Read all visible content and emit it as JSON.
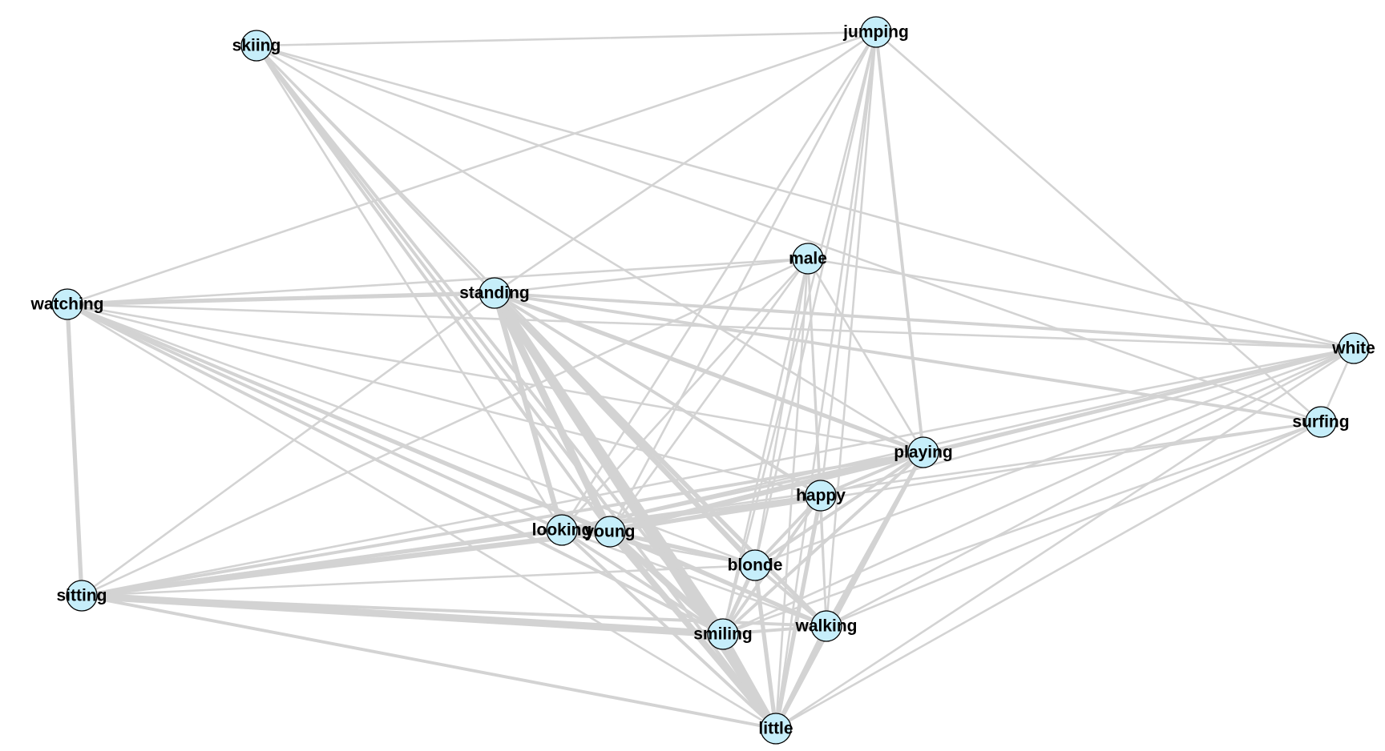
{
  "diagram": {
    "type": "network-graph",
    "node_fill": "#c6eefa",
    "node_stroke": "#000000",
    "edge_color": "#d3d3d3",
    "nodes": [
      {
        "id": "skiing",
        "label": "skiing"
      },
      {
        "id": "jumping",
        "label": "jumping"
      },
      {
        "id": "male",
        "label": "male"
      },
      {
        "id": "watching",
        "label": "watching"
      },
      {
        "id": "standing",
        "label": "standing"
      },
      {
        "id": "white",
        "label": "white"
      },
      {
        "id": "surfing",
        "label": "surfing"
      },
      {
        "id": "playing",
        "label": "playing"
      },
      {
        "id": "happy",
        "label": "happy"
      },
      {
        "id": "looking",
        "label": "looking"
      },
      {
        "id": "young",
        "label": "young"
      },
      {
        "id": "blonde",
        "label": "blonde"
      },
      {
        "id": "sitting",
        "label": "sitting"
      },
      {
        "id": "smiling",
        "label": "smiling"
      },
      {
        "id": "walking",
        "label": "walking"
      },
      {
        "id": "little",
        "label": "little"
      }
    ],
    "edges": [
      {
        "source": "skiing",
        "target": "jumping",
        "weight": 2
      },
      {
        "source": "skiing",
        "target": "standing",
        "weight": 2
      },
      {
        "source": "skiing",
        "target": "looking",
        "weight": 2
      },
      {
        "source": "skiing",
        "target": "young",
        "weight": 3
      },
      {
        "source": "skiing",
        "target": "smiling",
        "weight": 3
      },
      {
        "source": "skiing",
        "target": "little",
        "weight": 3
      },
      {
        "source": "skiing",
        "target": "blonde",
        "weight": 2
      },
      {
        "source": "skiing",
        "target": "walking",
        "weight": 2
      },
      {
        "source": "skiing",
        "target": "white",
        "weight": 2
      },
      {
        "source": "skiing",
        "target": "surfing",
        "weight": 2
      },
      {
        "source": "skiing",
        "target": "playing",
        "weight": 2
      },
      {
        "source": "jumping",
        "target": "watching",
        "weight": 2
      },
      {
        "source": "jumping",
        "target": "standing",
        "weight": 2
      },
      {
        "source": "jumping",
        "target": "surfing",
        "weight": 2
      },
      {
        "source": "jumping",
        "target": "playing",
        "weight": 3
      },
      {
        "source": "jumping",
        "target": "happy",
        "weight": 2
      },
      {
        "source": "jumping",
        "target": "young",
        "weight": 2
      },
      {
        "source": "jumping",
        "target": "blonde",
        "weight": 2
      },
      {
        "source": "jumping",
        "target": "smiling",
        "weight": 2
      },
      {
        "source": "jumping",
        "target": "walking",
        "weight": 2
      },
      {
        "source": "jumping",
        "target": "little",
        "weight": 2
      },
      {
        "source": "jumping",
        "target": "looking",
        "weight": 2
      },
      {
        "source": "male",
        "target": "watching",
        "weight": 2
      },
      {
        "source": "male",
        "target": "standing",
        "weight": 2
      },
      {
        "source": "male",
        "target": "white",
        "weight": 2
      },
      {
        "source": "male",
        "target": "playing",
        "weight": 2
      },
      {
        "source": "male",
        "target": "looking",
        "weight": 2
      },
      {
        "source": "male",
        "target": "young",
        "weight": 2
      },
      {
        "source": "male",
        "target": "blonde",
        "weight": 2
      },
      {
        "source": "male",
        "target": "smiling",
        "weight": 2
      },
      {
        "source": "male",
        "target": "walking",
        "weight": 2
      },
      {
        "source": "male",
        "target": "little",
        "weight": 2
      },
      {
        "source": "male",
        "target": "sitting",
        "weight": 2
      },
      {
        "source": "male",
        "target": "happy",
        "weight": 2
      },
      {
        "source": "watching",
        "target": "standing",
        "weight": 4
      },
      {
        "source": "watching",
        "target": "sitting",
        "weight": 4
      },
      {
        "source": "watching",
        "target": "looking",
        "weight": 3
      },
      {
        "source": "watching",
        "target": "young",
        "weight": 3
      },
      {
        "source": "watching",
        "target": "smiling",
        "weight": 3
      },
      {
        "source": "watching",
        "target": "blonde",
        "weight": 2
      },
      {
        "source": "watching",
        "target": "walking",
        "weight": 2
      },
      {
        "source": "watching",
        "target": "little",
        "weight": 2
      },
      {
        "source": "watching",
        "target": "playing",
        "weight": 2
      },
      {
        "source": "watching",
        "target": "happy",
        "weight": 2
      },
      {
        "source": "watching",
        "target": "white",
        "weight": 2
      },
      {
        "source": "standing",
        "target": "white",
        "weight": 3
      },
      {
        "source": "standing",
        "target": "surfing",
        "weight": 3
      },
      {
        "source": "standing",
        "target": "playing",
        "weight": 4
      },
      {
        "source": "standing",
        "target": "looking",
        "weight": 5
      },
      {
        "source": "standing",
        "target": "young",
        "weight": 7
      },
      {
        "source": "standing",
        "target": "smiling",
        "weight": 8
      },
      {
        "source": "standing",
        "target": "little",
        "weight": 7
      },
      {
        "source": "standing",
        "target": "blonde",
        "weight": 5
      },
      {
        "source": "standing",
        "target": "walking",
        "weight": 4
      },
      {
        "source": "standing",
        "target": "sitting",
        "weight": 2
      },
      {
        "source": "standing",
        "target": "happy",
        "weight": 3
      },
      {
        "source": "white",
        "target": "surfing",
        "weight": 2
      },
      {
        "source": "white",
        "target": "playing",
        "weight": 2
      },
      {
        "source": "white",
        "target": "young",
        "weight": 3
      },
      {
        "source": "white",
        "target": "sitting",
        "weight": 2
      },
      {
        "source": "white",
        "target": "looking",
        "weight": 2
      },
      {
        "source": "white",
        "target": "blonde",
        "weight": 2
      },
      {
        "source": "white",
        "target": "smiling",
        "weight": 2
      },
      {
        "source": "white",
        "target": "walking",
        "weight": 2
      },
      {
        "source": "white",
        "target": "little",
        "weight": 2
      },
      {
        "source": "white",
        "target": "happy",
        "weight": 2
      },
      {
        "source": "surfing",
        "target": "sitting",
        "weight": 2
      },
      {
        "source": "surfing",
        "target": "smiling",
        "weight": 2
      },
      {
        "source": "surfing",
        "target": "walking",
        "weight": 2
      },
      {
        "source": "surfing",
        "target": "little",
        "weight": 2
      },
      {
        "source": "surfing",
        "target": "young",
        "weight": 2
      },
      {
        "source": "playing",
        "target": "sitting",
        "weight": 3
      },
      {
        "source": "playing",
        "target": "looking",
        "weight": 3
      },
      {
        "source": "playing",
        "target": "young",
        "weight": 5
      },
      {
        "source": "playing",
        "target": "blonde",
        "weight": 3
      },
      {
        "source": "playing",
        "target": "smiling",
        "weight": 3
      },
      {
        "source": "playing",
        "target": "walking",
        "weight": 3
      },
      {
        "source": "playing",
        "target": "little",
        "weight": 4
      },
      {
        "source": "playing",
        "target": "happy",
        "weight": 3
      },
      {
        "source": "happy",
        "target": "sitting",
        "weight": 3
      },
      {
        "source": "happy",
        "target": "looking",
        "weight": 3
      },
      {
        "source": "happy",
        "target": "young",
        "weight": 4
      },
      {
        "source": "happy",
        "target": "blonde",
        "weight": 3
      },
      {
        "source": "happy",
        "target": "smiling",
        "weight": 3
      },
      {
        "source": "happy",
        "target": "walking",
        "weight": 2
      },
      {
        "source": "happy",
        "target": "little",
        "weight": 4
      },
      {
        "source": "looking",
        "target": "young",
        "weight": 3
      },
      {
        "source": "looking",
        "target": "sitting",
        "weight": 3
      },
      {
        "source": "looking",
        "target": "smiling",
        "weight": 3
      },
      {
        "source": "looking",
        "target": "little",
        "weight": 3
      },
      {
        "source": "looking",
        "target": "blonde",
        "weight": 2
      },
      {
        "source": "looking",
        "target": "walking",
        "weight": 2
      },
      {
        "source": "young",
        "target": "sitting",
        "weight": 5
      },
      {
        "source": "young",
        "target": "smiling",
        "weight": 6
      },
      {
        "source": "young",
        "target": "little",
        "weight": 6
      },
      {
        "source": "young",
        "target": "blonde",
        "weight": 4
      },
      {
        "source": "young",
        "target": "walking",
        "weight": 4
      },
      {
        "source": "blonde",
        "target": "smiling",
        "weight": 4
      },
      {
        "source": "blonde",
        "target": "little",
        "weight": 4
      },
      {
        "source": "blonde",
        "target": "walking",
        "weight": 3
      },
      {
        "source": "blonde",
        "target": "sitting",
        "weight": 2
      },
      {
        "source": "sitting",
        "target": "smiling",
        "weight": 7
      },
      {
        "source": "sitting",
        "target": "little",
        "weight": 3
      },
      {
        "source": "sitting",
        "target": "walking",
        "weight": 3
      },
      {
        "source": "smiling",
        "target": "walking",
        "weight": 3
      },
      {
        "source": "smiling",
        "target": "little",
        "weight": 5
      },
      {
        "source": "walking",
        "target": "little",
        "weight": 4
      }
    ]
  }
}
